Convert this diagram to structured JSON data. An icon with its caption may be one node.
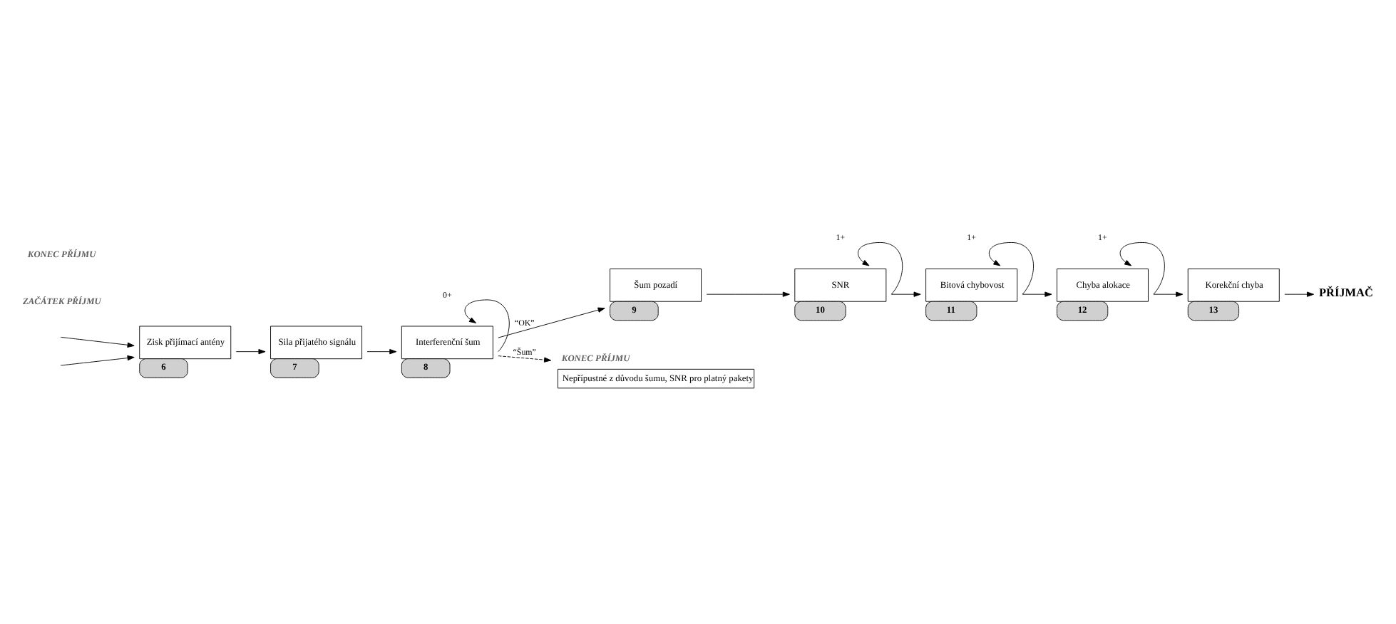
{
  "diagram": {
    "nodes": [
      {
        "text": [
          "Zisk přijímací antény"
        ],
        "beside": [
          "6"
        ]
      },
      {
        "text": [
          "Sila přijatého signálu"
        ],
        "beside": [
          "7"
        ]
      },
      {
        "text": [
          "Interferenční šum"
        ],
        "beside": [
          "8"
        ]
      },
      {
        "text": [
          "Šum pozadí"
        ],
        "beside": [
          "9"
        ]
      },
      {
        "text": [
          "SNR"
        ],
        "beside": [
          "10"
        ]
      },
      {
        "text": [
          "Bitová chybovost"
        ],
        "beside": [
          "11"
        ]
      },
      {
        "text": [
          "Chyba alokace"
        ],
        "beside": [
          "12"
        ]
      },
      {
        "text": [
          "Korekční chyba"
        ],
        "beside": [
          "13"
        ]
      },
      {
        "text": [
          "KONEC PŘÍJMU",
          "Nepřípustné z důvodu šumu, SNR pro platný pakety"
        ]
      },
      {
        "text": [
          "PŘÍJMAČ"
        ]
      }
    ],
    "edges": [
      {
        "from": null,
        "to": 0,
        "arrow": "to"
      },
      {
        "from": null,
        "to": 0,
        "arrow": "to"
      },
      {
        "from": 0,
        "to": 1,
        "arrow": "to"
      },
      {
        "from": 1,
        "to": 2,
        "arrow": "to"
      },
      {
        "from": 2,
        "to": 2,
        "arrow": "to",
        "label": "0+"
      },
      {
        "from": 2,
        "to": 8,
        "arrow": "to",
        "label": "“Šum”",
        "style": "dashed"
      },
      {
        "from": 2,
        "to": 3,
        "arrow": "to",
        "label": "“OK”"
      },
      {
        "from": 3,
        "to": 4,
        "arrow": "to"
      },
      {
        "from": 4,
        "to": 4,
        "arrow": "to",
        "label": "1+"
      },
      {
        "from": 4,
        "to": 5,
        "arrow": "to"
      },
      {
        "from": 5,
        "to": 5,
        "arrow": "to",
        "label": "1+"
      },
      {
        "from": 5,
        "to": 6,
        "arrow": "to"
      },
      {
        "from": 6,
        "to": 6,
        "arrow": "to",
        "label": "1+"
      },
      {
        "from": 6,
        "to": 7,
        "arrow": "to"
      },
      {
        "from": 7,
        "to": 9,
        "arrow": "to"
      }
    ],
    "labels": [
      "ZAČÁTEK PŘÍJMU",
      "KONEC PŘÍJMU"
    ]
  }
}
